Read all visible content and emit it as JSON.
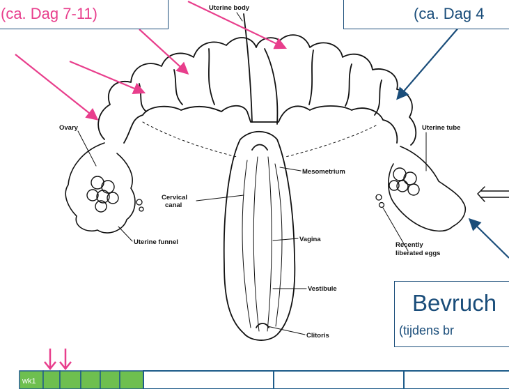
{
  "callouts": {
    "top_left": "(ca. Dag 7-11)",
    "top_right": "(ca. Dag 4",
    "bottom_title": "Bevruch",
    "bottom_subtitle": "(tijdens br"
  },
  "labels": {
    "uterine_body": "Uterine body",
    "ovary": "Ovary",
    "uterine_tube": "Uterine tube",
    "mesometrium": "Mesometrium",
    "cervical_canal_1": "Cervical",
    "cervical_canal_2": "canal",
    "vagina": "Vagina",
    "uterine_funnel": "Uterine funnel",
    "eggs_1": "Recently",
    "eggs_2": "liberated eggs",
    "vestibule": "Vestibule",
    "clitoris": "Clitoris"
  },
  "timeline": {
    "first_label": "wk1"
  },
  "colors": {
    "pink_accent": "#e83e8c",
    "navy_accent": "#1a4d7a",
    "timeline_green": "#6ebf4f"
  }
}
